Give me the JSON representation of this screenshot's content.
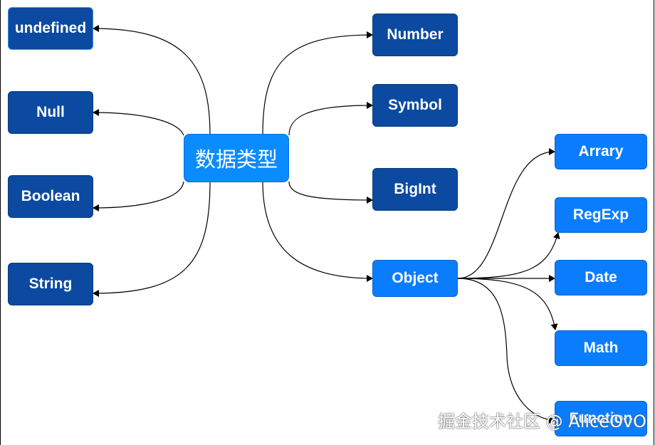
{
  "root": {
    "label": "数据类型"
  },
  "left": [
    {
      "id": "undefined",
      "label": "undefined"
    },
    {
      "id": "null",
      "label": "Null"
    },
    {
      "id": "boolean",
      "label": "Boolean"
    },
    {
      "id": "string",
      "label": "String"
    }
  ],
  "right": [
    {
      "id": "number",
      "label": "Number"
    },
    {
      "id": "symbol",
      "label": "Symbol"
    },
    {
      "id": "bigint",
      "label": "BigInt"
    },
    {
      "id": "object",
      "label": "Object"
    }
  ],
  "object_children": [
    {
      "id": "array",
      "label": "Arrary"
    },
    {
      "id": "regexp",
      "label": "RegExp"
    },
    {
      "id": "date",
      "label": "Date"
    },
    {
      "id": "math",
      "label": "Math"
    },
    {
      "id": "function",
      "label": "Function"
    }
  ],
  "watermark": "掘金技术社区 @ AliceOvO",
  "colors": {
    "dark_node": "#0b4aa0",
    "light_node": "#0a7dff",
    "root_node": "#0a8cff"
  }
}
